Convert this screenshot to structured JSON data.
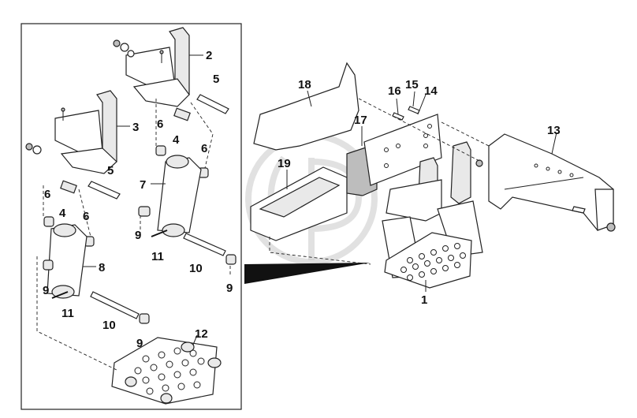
{
  "diagram": {
    "callouts": [
      {
        "id": "c1",
        "text": "1"
      },
      {
        "id": "c2",
        "text": "2"
      },
      {
        "id": "c3",
        "text": "3"
      },
      {
        "id": "c4a",
        "text": "4"
      },
      {
        "id": "c4b",
        "text": "4"
      },
      {
        "id": "c5a",
        "text": "5"
      },
      {
        "id": "c5b",
        "text": "5"
      },
      {
        "id": "c6a",
        "text": "6"
      },
      {
        "id": "c6b",
        "text": "6"
      },
      {
        "id": "c6c",
        "text": "6"
      },
      {
        "id": "c6d",
        "text": "6"
      },
      {
        "id": "c7",
        "text": "7"
      },
      {
        "id": "c8",
        "text": "8"
      },
      {
        "id": "c9a",
        "text": "9"
      },
      {
        "id": "c9b",
        "text": "9"
      },
      {
        "id": "c9c",
        "text": "9"
      },
      {
        "id": "c9d",
        "text": "9"
      },
      {
        "id": "c10a",
        "text": "10"
      },
      {
        "id": "c10b",
        "text": "10"
      },
      {
        "id": "c11a",
        "text": "11"
      },
      {
        "id": "c11b",
        "text": "11"
      },
      {
        "id": "c12",
        "text": "12"
      },
      {
        "id": "c13",
        "text": "13"
      },
      {
        "id": "c14",
        "text": "14"
      },
      {
        "id": "c15",
        "text": "15"
      },
      {
        "id": "c16",
        "text": "16"
      },
      {
        "id": "c17",
        "text": "17"
      },
      {
        "id": "c18",
        "text": "18"
      },
      {
        "id": "c19",
        "text": "19"
      }
    ]
  }
}
